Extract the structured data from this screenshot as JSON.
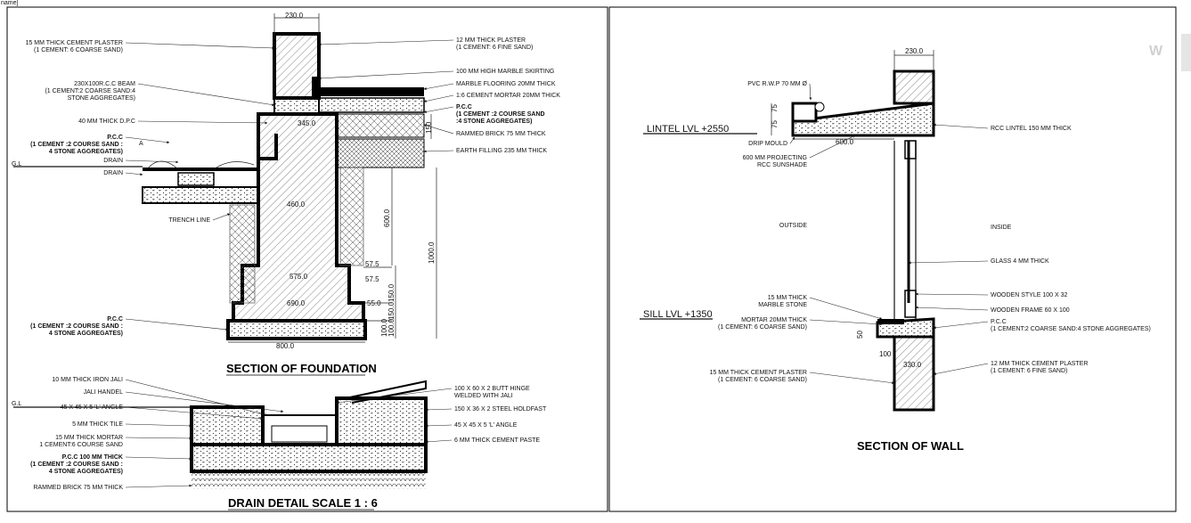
{
  "header": {
    "fragment": "name]"
  },
  "watermark": {
    "text": "W"
  },
  "foundation": {
    "title": "SECTION OF FOUNDATION",
    "left_labels": [
      {
        "id": "plaster15",
        "lines": [
          "15 MM THICK CEMENT PLASTER",
          "(1 CEMENT: 6 COARSE SAND)"
        ]
      },
      {
        "id": "beam",
        "lines": [
          "230X100R.C.C BEAM",
          "(1 CEMENT:2 COARSE SAND:4",
          "STONE AGGREGATES)"
        ]
      },
      {
        "id": "dpc",
        "lines": [
          "40 MM THICK D.P.C"
        ]
      },
      {
        "id": "pcc_a",
        "lines": [
          "P.C.C",
          "(1 CEMENT :2 COURSE SAND :",
          "4 STONE AGGREGATES)"
        ]
      },
      {
        "id": "drain1",
        "lines": [
          "DRAIN"
        ]
      },
      {
        "id": "drain2",
        "lines": [
          "DRAIN"
        ]
      },
      {
        "id": "trench",
        "lines": [
          "TRENCH LINE"
        ]
      },
      {
        "id": "pcc_b",
        "lines": [
          "P.C.C",
          "(1 CEMENT :2 COURSE SAND :",
          "4 STONE AGGREGATES)"
        ]
      }
    ],
    "right_labels": [
      {
        "id": "plaster12",
        "lines": [
          "12 MM THICK PLASTER",
          "(1 CEMENT: 6 FINE SAND)"
        ]
      },
      {
        "id": "skirting",
        "lines": [
          "100 MM HIGH MARBLE SKIRTING"
        ]
      },
      {
        "id": "flooring",
        "lines": [
          "MARBLE FLOORING 20MM THICK"
        ]
      },
      {
        "id": "mortar",
        "lines": [
          "1:6 CEMENT MORTAR 20MM THICK"
        ]
      },
      {
        "id": "pcc_r",
        "lines": [
          "P.C.C",
          "(1 CEMENT :2 COURSE SAND",
          ":4 STONE AGGREGATES)"
        ]
      },
      {
        "id": "rammed",
        "lines": [
          "RAMMED BRICK 75 MM THICK"
        ]
      },
      {
        "id": "earth",
        "lines": [
          "EARTH FILLING 235 MM THICK"
        ]
      }
    ],
    "dims": {
      "top_width": "230.0",
      "d345": "345.0",
      "d150_top": "150",
      "d460": "460.0",
      "d600_v": "600.0",
      "d1000": "1000.0",
      "d575_a": "57.5",
      "d575_b": "57.5",
      "d575_w": "575.0",
      "d150_mid": "150.0",
      "d690": "690.0",
      "d55": "55.0",
      "d100": "100.0",
      "d150_low": "150.0",
      "d100_low": "100.0",
      "d800": "800.0"
    },
    "markers": {
      "a": "A",
      "gl": "G.L"
    }
  },
  "drain": {
    "title": "DRAIN DETAIL   SCALE 1 : 6",
    "left_labels": [
      {
        "id": "jali",
        "lines": [
          "10 MM THICK IRON JALI"
        ]
      },
      {
        "id": "handel",
        "lines": [
          "JALI HANDEL"
        ]
      },
      {
        "id": "angle_l",
        "lines": [
          "45 X 45 X 5 'L' ANGLE"
        ]
      },
      {
        "id": "tile",
        "lines": [
          "5 MM THICK TILE"
        ]
      },
      {
        "id": "mortar15",
        "lines": [
          "15 MM THICK MORTAR",
          "1 CEMENT:6 COURSE SAND"
        ]
      },
      {
        "id": "pcc100",
        "lines": [
          "P.C.C 100 MM THICK",
          "(1 CEMENT :2 COURSE SAND :",
          "4 STONE AGGREGATES)"
        ]
      },
      {
        "id": "rammed75",
        "lines": [
          "RAMMED BRICK 75 MM THICK"
        ]
      }
    ],
    "right_labels": [
      {
        "id": "hinge",
        "lines": [
          "100 X 60 X 2 BUTT HINGE",
          "WELDED WITH JALI"
        ]
      },
      {
        "id": "holdfast",
        "lines": [
          "150 X 36 X 2 STEEL HOLDFAST"
        ]
      },
      {
        "id": "angle_r",
        "lines": [
          "45 X 45 X 5 'L' ANGLE"
        ]
      },
      {
        "id": "paste",
        "lines": [
          "6 MM THICK CEMENT PASTE"
        ]
      }
    ],
    "markers": {
      "gl": "G.L"
    }
  },
  "wall": {
    "title": "SECTION  OF  WALL",
    "lintel_level": "LINTEL  LVL  +2550",
    "sill_level": "SILL  LVL  +1350",
    "left_labels": [
      {
        "id": "pvc",
        "lines": [
          "PVC R.W.P 70 MM Ø"
        ]
      },
      {
        "id": "dripmould",
        "lines": [
          "DRIP MOULD"
        ]
      },
      {
        "id": "sunshade",
        "lines": [
          "600 MM PROJECTING",
          "RCC SUNSHADE"
        ]
      },
      {
        "id": "outside",
        "lines": [
          "OUTSIDE"
        ]
      },
      {
        "id": "marble",
        "lines": [
          "15 MM  THICK",
          "MARBLE STONE"
        ]
      },
      {
        "id": "mortar20",
        "lines": [
          "MORTAR 20MM THICK",
          "(1 CEMENT: 6 COARSE SAND)"
        ]
      },
      {
        "id": "plaster15w",
        "lines": [
          "15 MM THICK CEMENT PLASTER",
          "(1 CEMENT: 6 COARSE SAND)"
        ]
      }
    ],
    "right_labels": [
      {
        "id": "lintel",
        "lines": [
          "RCC LINTEL 150 MM THICK"
        ]
      },
      {
        "id": "inside",
        "lines": [
          "INSIDE"
        ]
      },
      {
        "id": "glass",
        "lines": [
          "GLASS 4 MM THICK"
        ]
      },
      {
        "id": "style",
        "lines": [
          "WOODEN STYLE 100 X 32"
        ]
      },
      {
        "id": "frame",
        "lines": [
          "WOODEN FRAME 60 X 100"
        ]
      },
      {
        "id": "pcc_w",
        "lines": [
          "P.C.C",
          "(1 CEMENT:2 COARSE SAND:4 STONE AGGREGATES)"
        ]
      },
      {
        "id": "plaster12w",
        "lines": [
          "12 MM THICK CEMENT PLASTER",
          "(1 CEMENT: 6 FINE SAND)"
        ]
      }
    ],
    "dims": {
      "top_width": "230.0",
      "d75_a": "75",
      "d75_b": "75",
      "d600": "600.0",
      "d50": "50",
      "d100": "100",
      "d330": "330.0"
    }
  }
}
